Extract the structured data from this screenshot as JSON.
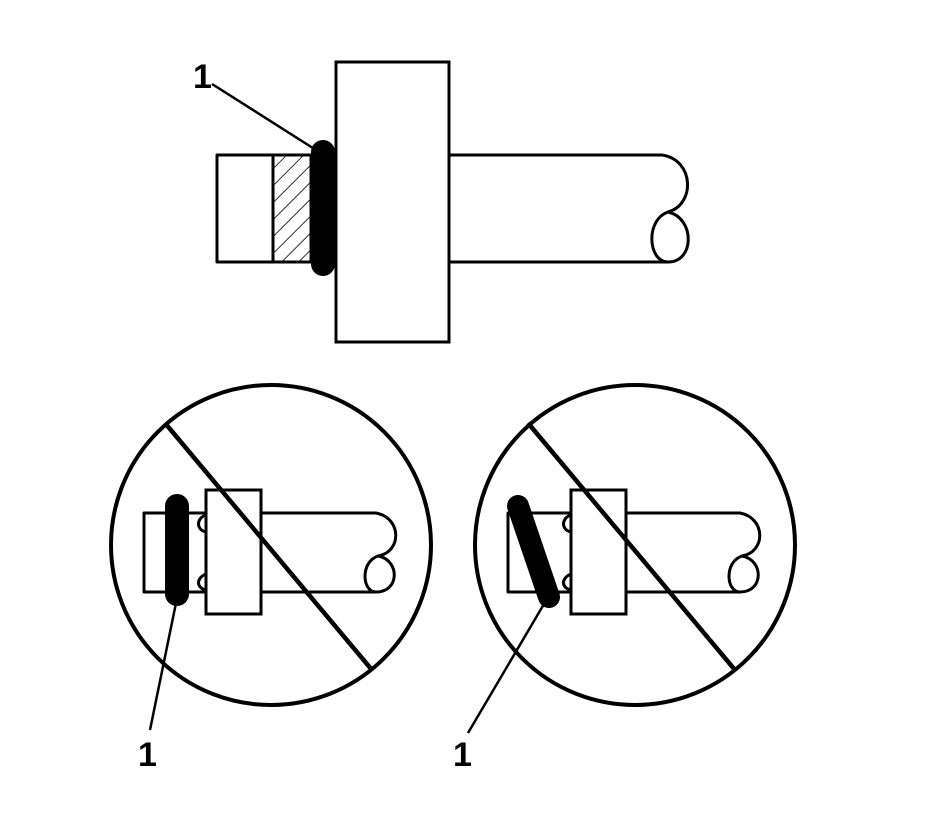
{
  "diagram": {
    "colors": {
      "line": "#000000",
      "background": "#ffffff"
    },
    "callouts": {
      "top": "1",
      "bottom_left": "1",
      "bottom_right": "1"
    }
  }
}
